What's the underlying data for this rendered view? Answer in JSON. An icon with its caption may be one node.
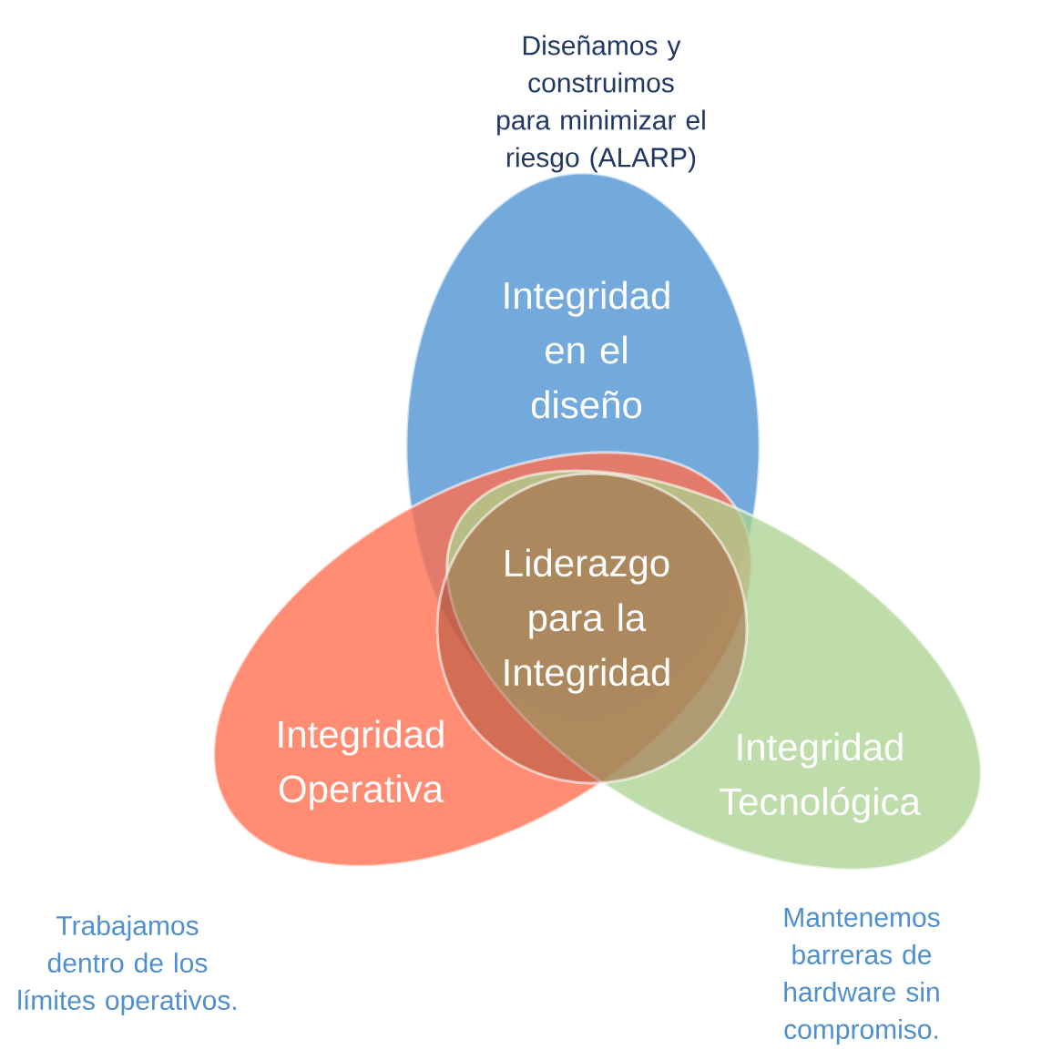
{
  "diagram": {
    "nodes": [
      {
        "text": [
          "Integridad en el diseño"
        ],
        "beside": [
          "Diseñamos y construimos para minimizar el riesgo (ALARP)"
        ]
      },
      {
        "text": [
          "Integridad Operativa"
        ]
      },
      {
        "text": [
          "Integridad Tecnológica"
        ],
        "beside": [
          "Mantenemos barreras de hardware sin compromiso."
        ]
      },
      {
        "text": [
          "Liderazgo para la Integridad"
        ]
      }
    ],
    "labels": [
      "Trabajamos dentro de los límites operativos."
    ]
  }
}
